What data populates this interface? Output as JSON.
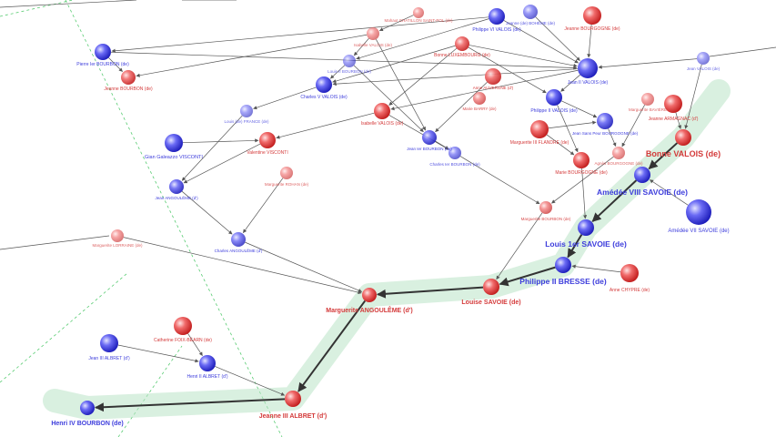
{
  "colors": {
    "male": "#3a3aee",
    "female": "#e84545",
    "edge": "#555555",
    "path_edge": "#333333",
    "highlight": "#b9e3c6",
    "guide": "#2fbf4f",
    "male_label": "#3d3ddc",
    "female_label": "#d43a3a"
  },
  "nodes": [
    {
      "id": "mahaut",
      "label": "Mahaut CHATILLON SAINT-POL (de)",
      "gender": "F"
    },
    {
      "id": "philippe6",
      "label": "Philippe VI VALOIS (de)",
      "gender": "M"
    },
    {
      "id": "jeanneboheme",
      "label": "Jeanne (de) BOHÊME (de)",
      "gender": "M"
    },
    {
      "id": "jeanneb",
      "label": "Jeanne BOURGOGNE (de)",
      "gender": "F"
    },
    {
      "id": "pierre",
      "label": "Pierre Ier BOURBON (de)",
      "gender": "M"
    },
    {
      "id": "jeannebb",
      "label": "Jeanne BOURBON (de)",
      "gender": "F"
    },
    {
      "id": "isabvalois",
      "label": "Isabelle VALOIS (de)",
      "gender": "F"
    },
    {
      "id": "bonneluxe",
      "label": "Bonne LUXEMBOURG (de)",
      "gender": "F"
    },
    {
      "id": "louis2b",
      "label": "Louis II BOURBON (de)",
      "gender": "M"
    },
    {
      "id": "jean2",
      "label": "Jean II VALOIS (de)",
      "gender": "M"
    },
    {
      "id": "jeanvalois",
      "label": "Jean VALOIS (de)",
      "gender": "M"
    },
    {
      "id": "charles5",
      "label": "Charles V VALOIS (de)",
      "gender": "M"
    },
    {
      "id": "anneauvergne",
      "label": "Anne AUVERGNE (d')",
      "gender": "F"
    },
    {
      "id": "mariebarr",
      "label": "Marie BARRY (de)",
      "gender": "F"
    },
    {
      "id": "philippe2v",
      "label": "Philippe II VALOIS (de)",
      "gender": "M"
    },
    {
      "id": "marguerbav",
      "label": "Marguerite BAVIÈRE",
      "gender": "F"
    },
    {
      "id": "jeannearm",
      "label": "Jeanne ARMAGNAC (d')",
      "gender": "F"
    },
    {
      "id": "louisfrance",
      "label": "Louis (de) FRANCE (de)",
      "gender": "M"
    },
    {
      "id": "isabelle",
      "label": "Isabelle VALOIS (de)",
      "gender": "F"
    },
    {
      "id": "jean1b",
      "label": "Jean Ier BOURBON (de)",
      "gender": "M"
    },
    {
      "id": "jeanssp",
      "label": "Jean Sans Peur BOURGOGNE (de)",
      "gender": "M"
    },
    {
      "id": "gian",
      "label": "Gian Galeazzo VISCONTI",
      "gender": "M"
    },
    {
      "id": "valvis",
      "label": "Valentine VISCONTI",
      "gender": "F"
    },
    {
      "id": "charlesbourbon",
      "label": "Charles Ier BOURBON (de)",
      "gender": "M"
    },
    {
      "id": "margflandre",
      "label": "Marguerite III FLANDRE (de)",
      "gender": "F"
    },
    {
      "id": "agnesb",
      "label": "Agnès BOURGOGNE (de)",
      "gender": "F"
    },
    {
      "id": "bonnevalois",
      "label": "Bonne VALOIS (de)",
      "gender": "F"
    },
    {
      "id": "mariebourg",
      "label": "Marie BOURGOGNE (de)",
      "gender": "F"
    },
    {
      "id": "margrohan",
      "label": "Marguerite ROHAN (de)",
      "gender": "F"
    },
    {
      "id": "amedee8",
      "label": "Amédée VIII SAVOIE (de)",
      "gender": "M"
    },
    {
      "id": "jeanang",
      "label": "Jean ANGOULÊME (d')",
      "gender": "M"
    },
    {
      "id": "margbourbon",
      "label": "Marguerite BOURBON (de)",
      "gender": "F"
    },
    {
      "id": "amedee7",
      "label": "Amédée VII SAVOIE (de)",
      "gender": "M"
    },
    {
      "id": "louis1",
      "label": "Louis 1er SAVOIE (de)",
      "gender": "M"
    },
    {
      "id": "marglorraine",
      "label": "Marguerite LORRAINE (de)",
      "gender": "F"
    },
    {
      "id": "charlesang",
      "label": "Charles ANGOULÊME (d')",
      "gender": "M"
    },
    {
      "id": "philippe2b",
      "label": "Philippe II BRESSE (de)",
      "gender": "M"
    },
    {
      "id": "annechypre",
      "label": "Anne CHYPRE (de)",
      "gender": "F"
    },
    {
      "id": "louise",
      "label": "Louise SAVOIE (de)",
      "gender": "F"
    },
    {
      "id": "margang",
      "label": "Marguerite ANGOULÊME (d')",
      "gender": "F"
    },
    {
      "id": "catherine",
      "label": "Catherine FOIX-BÉARN (de)",
      "gender": "F"
    },
    {
      "id": "jean3",
      "label": "Jean III ALBRET (d')",
      "gender": "M"
    },
    {
      "id": "henri2",
      "label": "Henri II ALBRET (d')",
      "gender": "M"
    },
    {
      "id": "jeanne3",
      "label": "Jeanne III ALBRET (d')",
      "gender": "F"
    },
    {
      "id": "henri4",
      "label": "Henri IV BOURBON (de)",
      "gender": "M"
    }
  ]
}
